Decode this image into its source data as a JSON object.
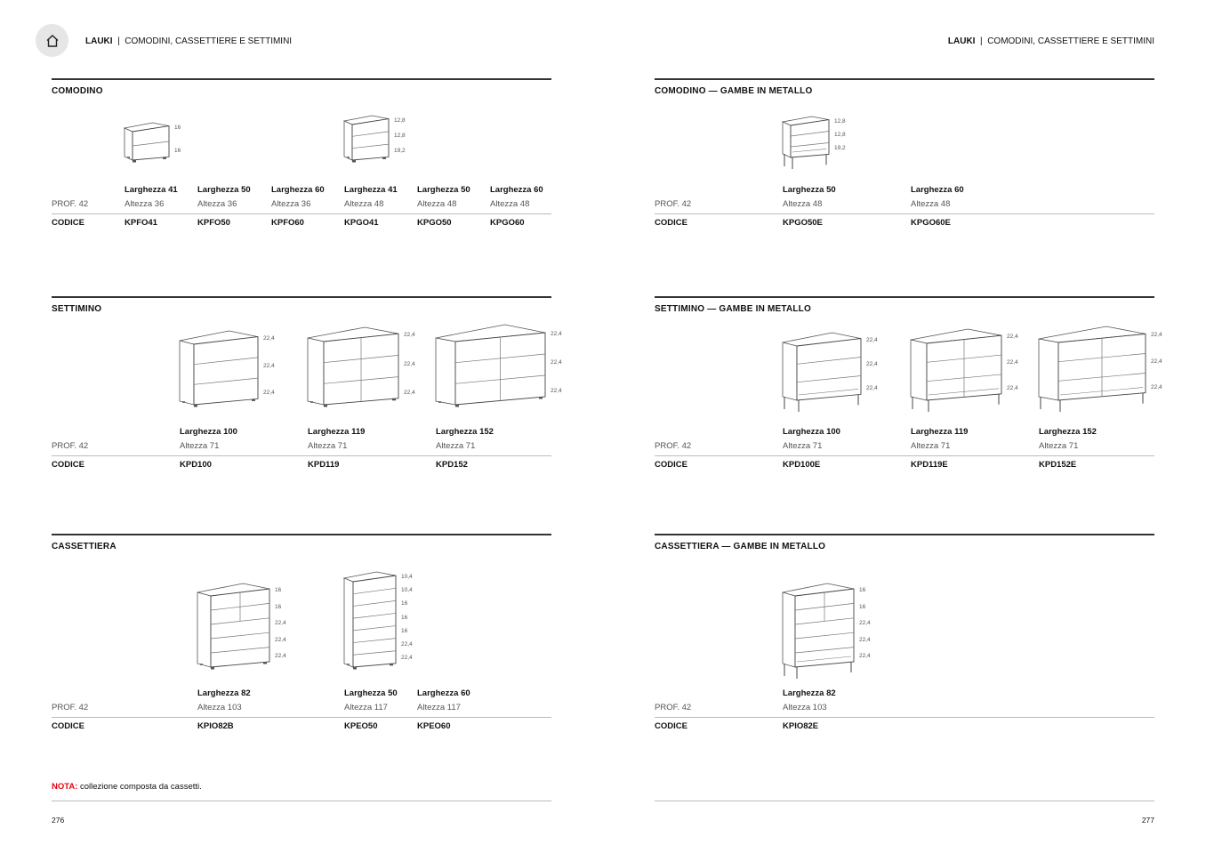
{
  "header": {
    "brand": "LAUKI",
    "separator": "|",
    "subtitle": "COMODINI, CASSETTIERE E SETTIMINI"
  },
  "labels": {
    "prof": "PROF. 42",
    "codice": "CODICE"
  },
  "sections": [
    {
      "title": "COMODINO",
      "items": [
        {
          "larghezza": "Larghezza 41",
          "altezza": "Altezza 36",
          "codice": "KPFO41",
          "dims": [
            "16",
            "16"
          ]
        },
        {
          "larghezza": "Larghezza 50",
          "altezza": "Altezza 36",
          "codice": "KPFO50"
        },
        {
          "larghezza": "Larghezza 60",
          "altezza": "Altezza 36",
          "codice": "KPFO60"
        },
        {
          "larghezza": "Larghezza 41",
          "altezza": "Altezza 48",
          "codice": "KPGO41",
          "dims": [
            "12,8",
            "12,8",
            "19,2"
          ]
        },
        {
          "larghezza": "Larghezza 50",
          "altezza": "Altezza 48",
          "codice": "KPGO50"
        },
        {
          "larghezza": "Larghezza 60",
          "altezza": "Altezza 48",
          "codice": "KPGO60"
        }
      ]
    },
    {
      "title": "SETTIMINO",
      "items": [
        {
          "larghezza": "Larghezza 100",
          "altezza": "Altezza 71",
          "codice": "KPD100",
          "dims": [
            "22,4",
            "22,4",
            "22,4"
          ]
        },
        {
          "larghezza": "Larghezza 119",
          "altezza": "Altezza 71",
          "codice": "KPD119",
          "dims": [
            "22,4",
            "22,4",
            "22,4"
          ]
        },
        {
          "larghezza": "Larghezza 152",
          "altezza": "Altezza 71",
          "codice": "KPD152",
          "dims": [
            "22,4",
            "22,4",
            "22,4"
          ]
        }
      ]
    },
    {
      "title": "CASSETTIERA",
      "items": [
        {
          "larghezza": "Larghezza 82",
          "altezza": "Altezza 103",
          "codice": "KPIO82B",
          "dims": [
            "16",
            "16",
            "22,4",
            "22,4",
            "22,4"
          ]
        },
        {
          "larghezza": "Larghezza 50",
          "altezza": "Altezza 117",
          "codice": "KPEO50",
          "dims": [
            "10,4",
            "10,4",
            "16",
            "16",
            "16",
            "22,4",
            "22,4"
          ]
        },
        {
          "larghezza": "Larghezza 60",
          "altezza": "Altezza 117",
          "codice": "KPEO60"
        }
      ]
    },
    {
      "title": "COMODINO — GAMBE IN METALLO",
      "items": [
        {
          "larghezza": "Larghezza 50",
          "altezza": "Altezza 48",
          "codice": "KPGO50E",
          "dims": [
            "12,8",
            "12,8",
            "19,2"
          ]
        },
        {
          "larghezza": "Larghezza 60",
          "altezza": "Altezza 48",
          "codice": "KPGO60E"
        }
      ]
    },
    {
      "title": "SETTIMINO — GAMBE IN METALLO",
      "items": [
        {
          "larghezza": "Larghezza 100",
          "altezza": "Altezza 71",
          "codice": "KPD100E",
          "dims": [
            "22,4",
            "22,4",
            "22,4"
          ]
        },
        {
          "larghezza": "Larghezza 119",
          "altezza": "Altezza 71",
          "codice": "KPD119E",
          "dims": [
            "22,4",
            "22,4",
            "22,4"
          ]
        },
        {
          "larghezza": "Larghezza 152",
          "altezza": "Altezza 71",
          "codice": "KPD152E",
          "dims": [
            "22,4",
            "22,4",
            "22,4"
          ]
        }
      ]
    },
    {
      "title": "CASSETTIERA — GAMBE IN METALLO",
      "items": [
        {
          "larghezza": "Larghezza 82",
          "altezza": "Altezza 103",
          "codice": "KPIO82E",
          "dims": [
            "16",
            "16",
            "22,4",
            "22,4",
            "22,4"
          ]
        }
      ]
    }
  ],
  "nota": {
    "label": "NOTA:",
    "text": " collezione composta da cassetti."
  },
  "page_numbers": {
    "left": "276",
    "right": "277"
  }
}
